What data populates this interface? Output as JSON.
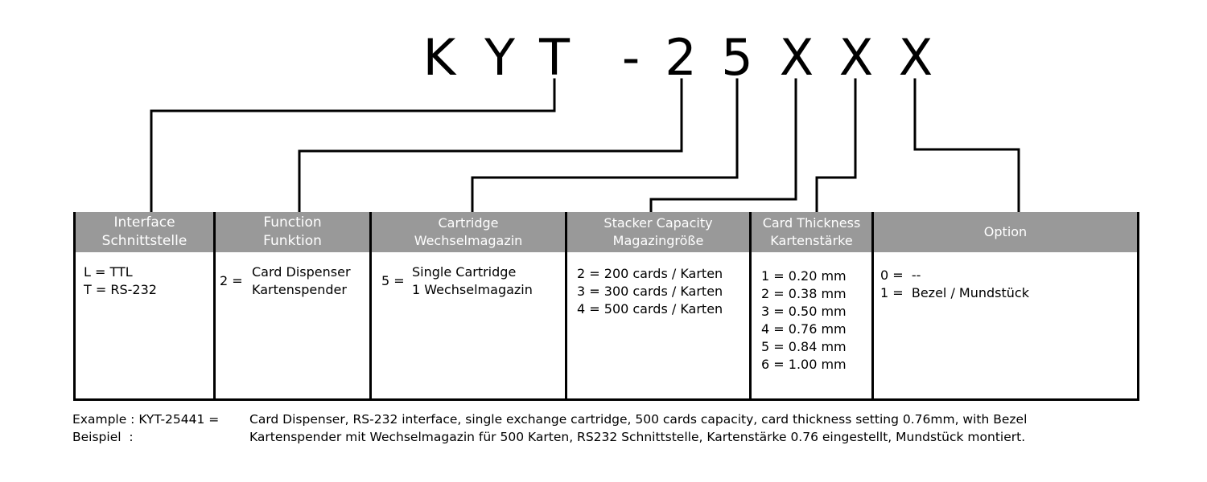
{
  "model_code": [
    "K",
    "Y",
    "T",
    "-",
    "2",
    "5",
    "X",
    "X",
    "X"
  ],
  "columns": [
    {
      "header": [
        "Interface",
        "Schnittstelle"
      ],
      "lines": [
        "L = TTL",
        "T = RS-232"
      ]
    },
    {
      "header": [
        "Function",
        "Funktion"
      ],
      "lines": [
        "2 =",
        "Card Dispenser",
        "Kartenspender"
      ]
    },
    {
      "header": [
        "Cartridge",
        "Wechselmagazin"
      ],
      "lines": [
        "5 =",
        "Single Cartridge",
        "1 Wechselmagazin"
      ]
    },
    {
      "header": [
        "Stacker Capacity",
        "Magazingröße"
      ],
      "lines": [
        "2 = 200 cards / Karten",
        "3 = 300 cards / Karten",
        "4 = 500 cards / Karten"
      ]
    },
    {
      "header": [
        "Card Thickness",
        "Kartenstärke"
      ],
      "lines": [
        "1 = 0.20 mm",
        "2 = 0.38 mm",
        "3 = 0.50 mm",
        "4 = 0.76 mm",
        "5 = 0.84 mm",
        "6 = 1.00 mm"
      ]
    },
    {
      "header": [
        "Option"
      ],
      "lines": [
        "0 =  --",
        "1 =  Bezel / Mundstück"
      ]
    }
  ],
  "footer": {
    "example_label": "Example : KYT-25441 =",
    "example_text": "Card Dispenser, RS-232 interface, single exchange cartridge, 500 cards capacity, card thickness setting 0.76mm, with Bezel",
    "beispiel_label": "Beispiel  :",
    "beispiel_text": "Kartenspender mit Wechselmagazin für 500 Karten, RS232 Schnittstelle, Kartenstärke 0.76 eingestellt, Mundstück montiert."
  }
}
